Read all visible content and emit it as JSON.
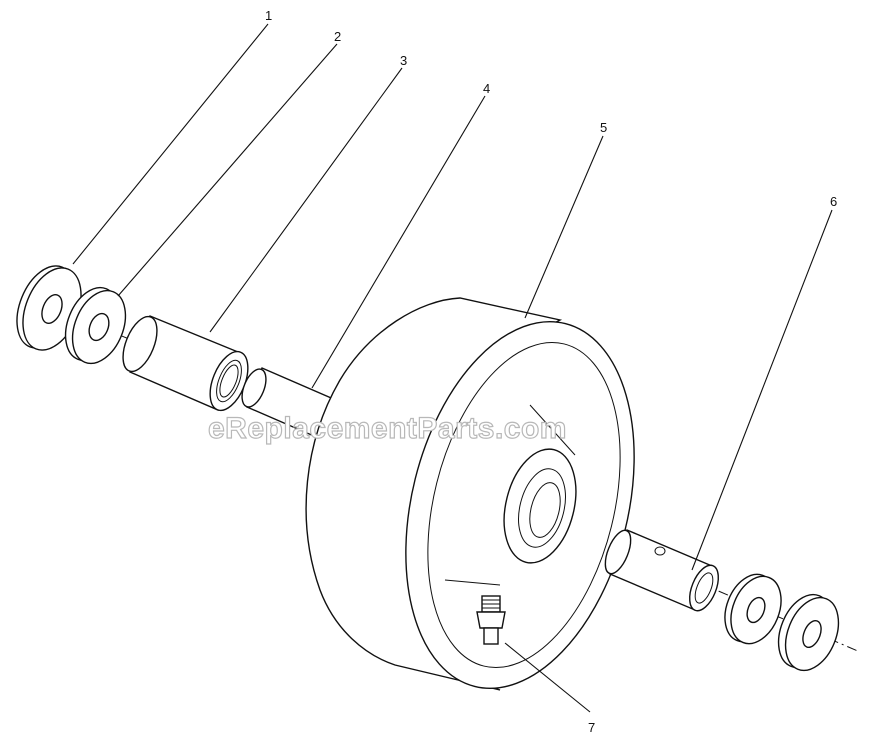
{
  "diagram": {
    "callouts": [
      "1",
      "2",
      "3",
      "4",
      "5",
      "6",
      "7"
    ],
    "watermark": "eReplacementParts.com"
  }
}
